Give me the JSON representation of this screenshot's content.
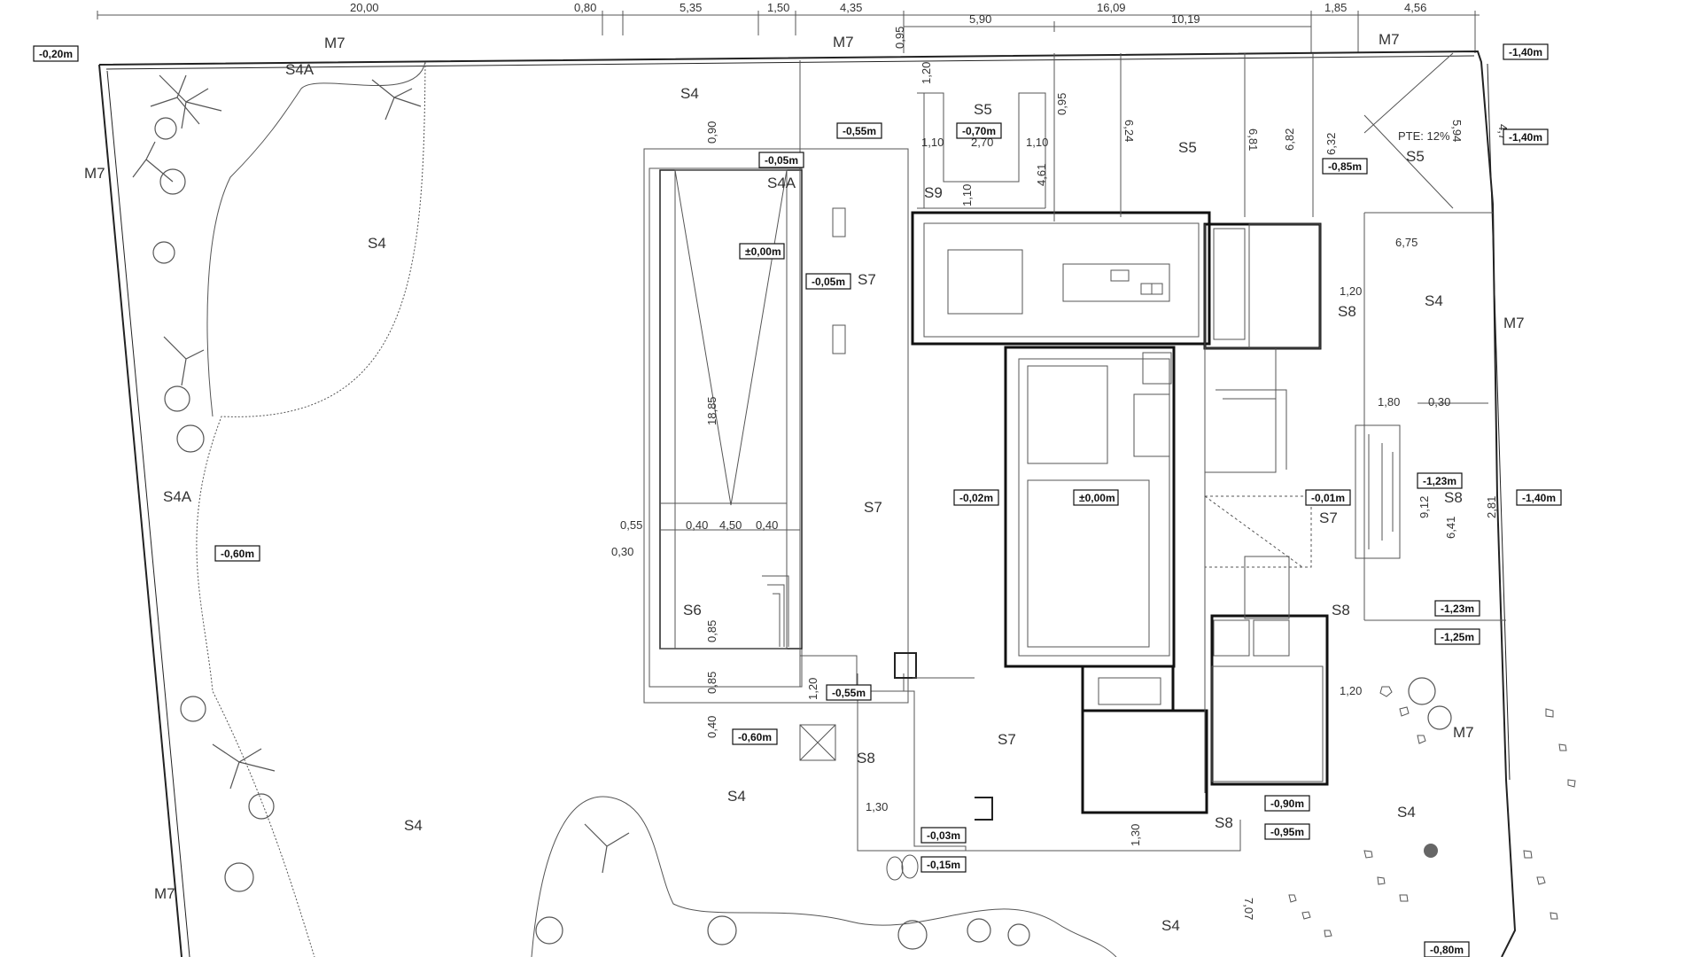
{
  "top_dimensions": {
    "d_20_00": "20,00",
    "d_0_80": "0,80",
    "d_5_35": "5,35",
    "d_1_50": "1,50",
    "d_4_35": "4,35",
    "d_5_90": "5,90",
    "d_16_09": "16,09",
    "d_10_19": "10,19",
    "d_1_85": "1,85",
    "d_4_56": "4,56"
  },
  "inner_dimensions": {
    "d_0_95": "0,95",
    "d_1_20_a": "1,20",
    "d_1_10_a": "1,10",
    "d_2_70": "2,70",
    "d_1_10_b": "1,10",
    "d_0_95_b": "0,95",
    "d_6_24": "6,24",
    "d_6_81": "6,81",
    "d_6_82": "6,82",
    "d_6_32": "6,32",
    "d_5_94": "5,94",
    "d_4_7": "4,7",
    "d_0_90": "0,90",
    "d_1_10_c": "1,10",
    "d_4_61": "4,61",
    "d_18_85": "18,85",
    "d_0_55": "0,55",
    "d_0_40_a": "0,40",
    "d_4_50": "4,50",
    "d_0_40_b": "0,40",
    "d_0_30_a": "0,30",
    "d_0_85_a": "0,85",
    "d_0_85_b": "0,85",
    "d_0_40_c": "0,40",
    "d_1_20_b": "1,20",
    "d_1_30_a": "1,30",
    "d_1_30_b": "1,30",
    "d_6_75": "6,75",
    "d_1_20_c": "1,20",
    "d_1_80": "1,80",
    "d_0_30_b": "0,30",
    "d_9_12": "9,12",
    "d_6_41": "6,41",
    "d_2_81": "2,81",
    "d_1_20_d": "1,20",
    "d_7_07": "7,07",
    "pte": "PTE: 12%"
  },
  "levels": {
    "lv_minus_0_20": "-0,20m",
    "lv_minus_1_40_a": "-1,40m",
    "lv_minus_1_40_b": "-1,40m",
    "lv_minus_0_55_a": "-0,55m",
    "lv_minus_0_70": "-0,70m",
    "lv_minus_0_05_a": "-0,05m",
    "lv_minus_0_05_b": "-0,05m",
    "lv_pm_0_00_a": "±0,00m",
    "lv_minus_0_85": "-0,85m",
    "lv_minus_0_60_a": "-0,60m",
    "lv_minus_0_02": "-0,02m",
    "lv_pm_0_00_b": "±0,00m",
    "lv_minus_0_01": "-0,01m",
    "lv_minus_1_23_a": "-1,23m",
    "lv_minus_1_40_c": "-1,40m",
    "lv_minus_1_23_b": "-1,23m",
    "lv_minus_1_25": "-1,25m",
    "lv_minus_0_55_b": "-0,55m",
    "lv_minus_0_60_b": "-0,60m",
    "lv_minus_0_90": "-0,90m",
    "lv_minus_0_95": "-0,95m",
    "lv_minus_0_03": "-0,03m",
    "lv_minus_0_15": "-0,15m",
    "lv_minus_0_80": "-0,80m"
  },
  "zones": {
    "m7_top_left": "M7",
    "m7_top_mid": "M7",
    "m7_top_right": "M7",
    "m7_left": "M7",
    "m7_right": "M7",
    "m7_right_low": "M7",
    "m7_bottom_left": "M7",
    "s4a_top": "S4A",
    "s4a_pool": "S4A",
    "s4a_left": "S4A",
    "s4_top": "S4",
    "s4_left_big": "S4",
    "s4_right": "S4",
    "s4_bottom_left": "S4",
    "s4_bottom_mid": "S4",
    "s4_bottom_right": "S4",
    "s4_bottom_center": "S4",
    "s5_a": "S5",
    "s5_b": "S5",
    "s5_c": "S5",
    "s9": "S9",
    "s7_a": "S7",
    "s7_b": "S7",
    "s7_c": "S7",
    "s7_d": "S7",
    "s6": "S6",
    "s8_a": "S8",
    "s8_b": "S8",
    "s8_c": "S8",
    "s8_d": "S8",
    "s8_e": "S8"
  }
}
